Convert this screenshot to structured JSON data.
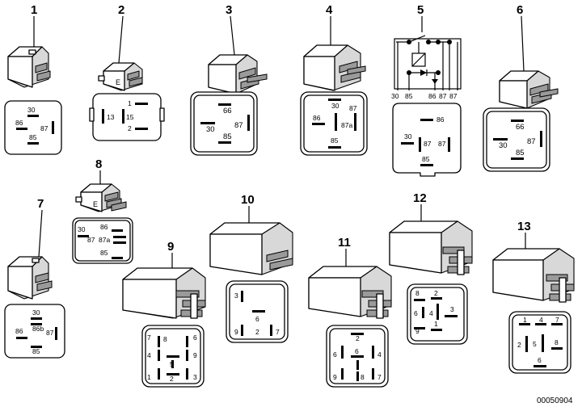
{
  "title": "",
  "part_number": "00050904",
  "relays": [
    {
      "label": "1",
      "pins": [
        "30",
        "86",
        "87",
        "85"
      ]
    },
    {
      "label": "2",
      "pins": [
        "1",
        "13",
        "15",
        "2"
      ]
    },
    {
      "label": "3",
      "pins": [
        "66",
        "30",
        "87",
        "85"
      ]
    },
    {
      "label": "4",
      "pins": [
        "30",
        "87",
        "86",
        "87a",
        "85"
      ]
    },
    {
      "label": "5",
      "pins": [
        "30",
        "85",
        "86",
        "87",
        "87",
        "86",
        "87",
        "85"
      ]
    },
    {
      "label": "6",
      "pins": [
        "66",
        "30",
        "87",
        "85"
      ]
    },
    {
      "label": "7",
      "pins": [
        "30",
        "86b",
        "86",
        "87",
        "85"
      ]
    },
    {
      "label": "8",
      "pins": [
        "30",
        "86",
        "87",
        "87a",
        "85"
      ]
    },
    {
      "label": "9",
      "pins": [
        "7",
        "8",
        "6",
        "4",
        "5",
        "9",
        "1",
        "2",
        "3"
      ]
    },
    {
      "label": "10",
      "pins": [
        "3",
        "6",
        "9",
        "2",
        "7"
      ]
    },
    {
      "label": "11",
      "pins": [
        "2",
        "6",
        "6",
        "4",
        "9",
        "8",
        "7"
      ]
    },
    {
      "label": "12",
      "pins": [
        "8",
        "2",
        "6",
        "4",
        "3",
        "9",
        "1"
      ]
    },
    {
      "label": "13",
      "pins": [
        "1",
        "4",
        "7",
        "2",
        "5",
        "8",
        "6"
      ]
    }
  ]
}
